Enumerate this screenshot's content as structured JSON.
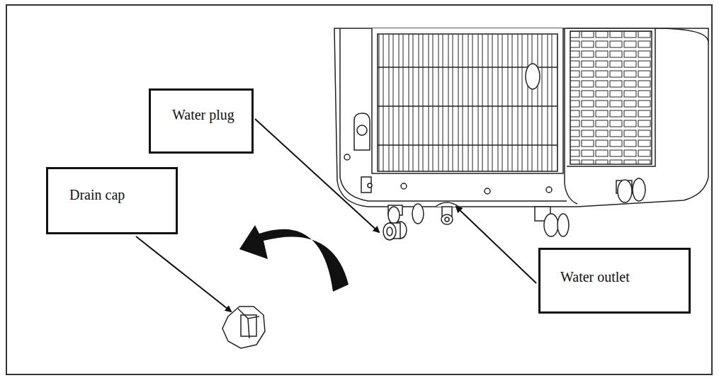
{
  "diagram": {
    "nodes": [
      {
        "text": [
          "Water plug"
        ]
      },
      {
        "text": [
          "Drain cap"
        ]
      },
      {
        "text": [
          "Water outlet"
        ]
      }
    ]
  }
}
